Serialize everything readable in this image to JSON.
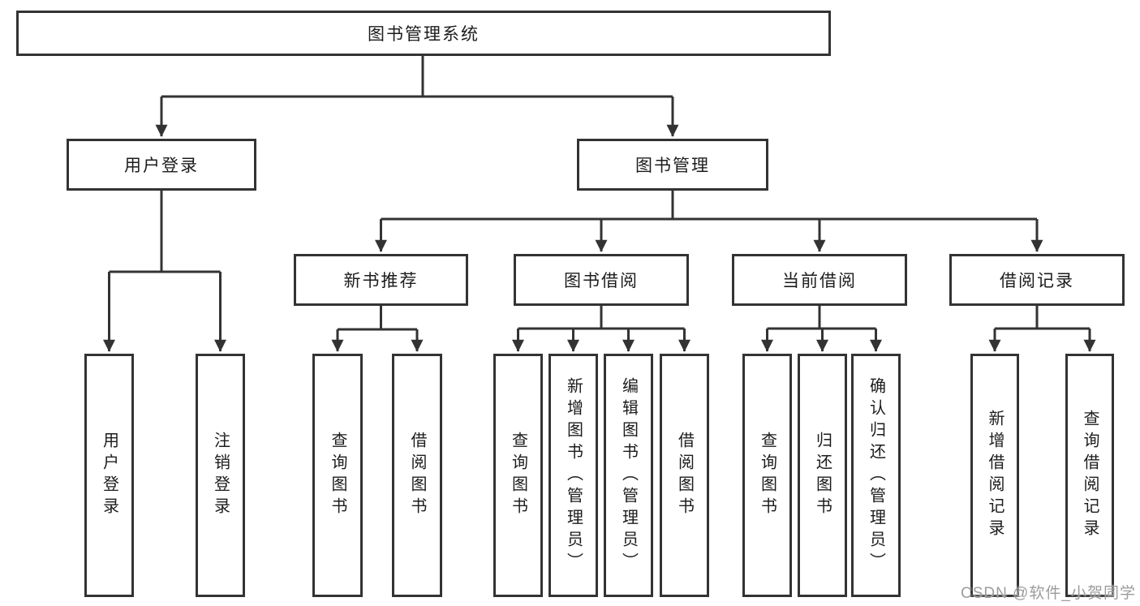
{
  "tree": {
    "root": "图书管理系统",
    "branches": [
      {
        "label": "用户登录",
        "children": [
          "用户登录",
          "注销登录"
        ]
      },
      {
        "label": "图书管理",
        "children": [
          {
            "label": "新书推荐",
            "children": [
              "查询图书",
              "借阅图书"
            ]
          },
          {
            "label": "图书借阅",
            "children": [
              "查询图书",
              "新增图书（管理员）",
              "编辑图书（管理员）",
              "借阅图书"
            ]
          },
          {
            "label": "当前借阅",
            "children": [
              "查询图书",
              "归还图书",
              "确认归还（管理员）"
            ]
          },
          {
            "label": "借阅记录",
            "children": [
              "新增借阅记录",
              "查询借阅记录"
            ]
          }
        ]
      }
    ]
  },
  "watermark": "CSDN @软件_小贺同学",
  "colors": {
    "line": "#333333",
    "text": "#1c1c1c",
    "background": "#ffffff",
    "watermark": "#9c9c9c"
  }
}
